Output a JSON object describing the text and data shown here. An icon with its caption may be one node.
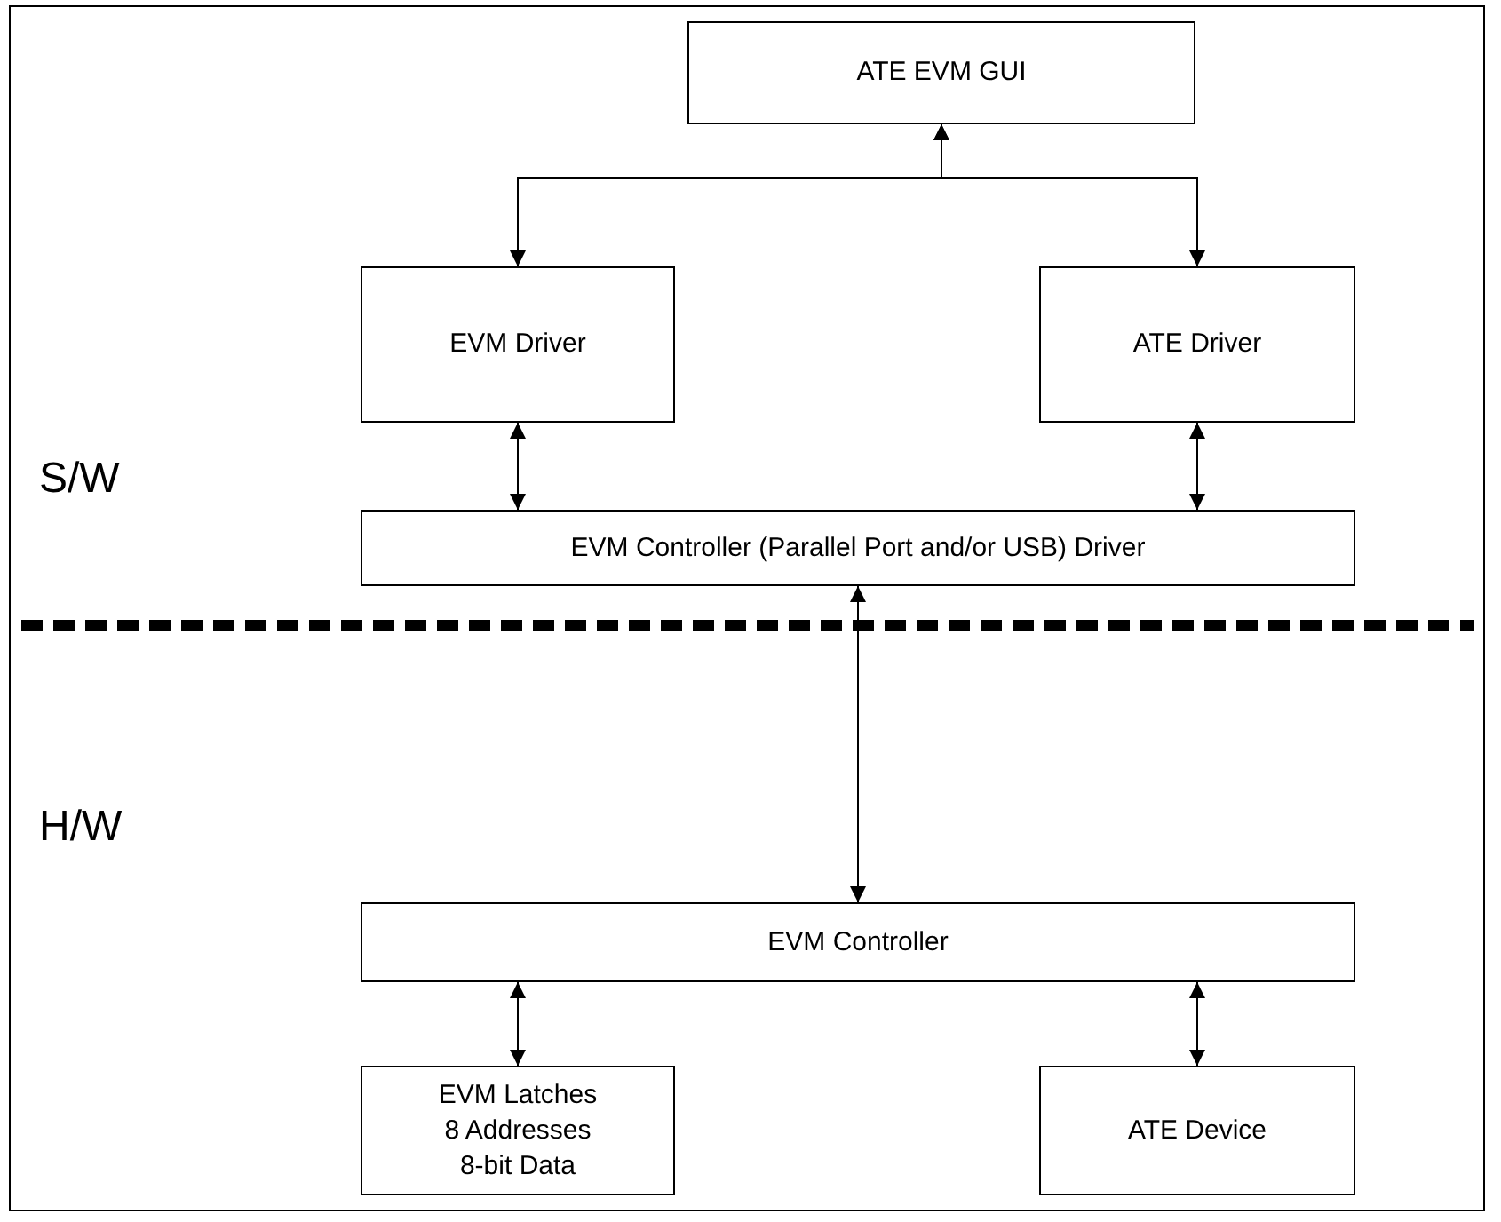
{
  "diagram": {
    "nodes": [
      {
        "text": [
          "ATE EVM GUI"
        ]
      },
      {
        "text": [
          "EVM Driver"
        ]
      },
      {
        "text": [
          "ATE Driver"
        ]
      },
      {
        "text": [
          "EVM Controller (Parallel Port and/or USB) Driver"
        ]
      },
      {
        "text": [
          "EVM Controller"
        ]
      },
      {
        "text": [
          "EVM Latches 8 Addresses 8-bit Data"
        ]
      },
      {
        "text": [
          "ATE Device"
        ]
      }
    ],
    "edges": [
      {
        "from": 0,
        "to": 1,
        "arrow": "both"
      },
      {
        "from": 0,
        "to": 2,
        "arrow": "both"
      },
      {
        "from": 1,
        "to": 3,
        "arrow": "both"
      },
      {
        "from": 2,
        "to": 3,
        "arrow": "both"
      },
      {
        "from": 3,
        "to": 4,
        "arrow": "both"
      },
      {
        "from": 4,
        "to": 5,
        "arrow": "both"
      },
      {
        "from": 4,
        "to": 6,
        "arrow": "both"
      }
    ],
    "labels": [
      "S/W",
      "H/W"
    ]
  }
}
